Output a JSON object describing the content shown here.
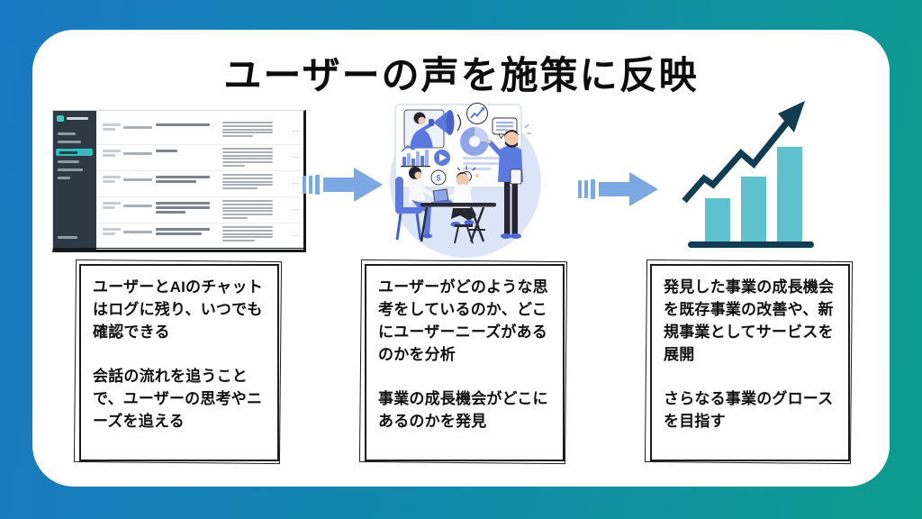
{
  "slide": {
    "title": "ユーザーの声を施策に反映"
  },
  "steps": [
    {
      "id": "chat-log",
      "visual_icon": "chat-log-screenshot",
      "para1": "ユーザーとAIのチャットはログに残り、いつでも確認できる",
      "para2": "会話の流れを追うことで、ユーザーの思考やニーズを追える"
    },
    {
      "id": "analysis",
      "visual_icon": "data-analysis-illustration",
      "para1": "ユーザーがどのような思考をしているのか、どこにユーザーニーズがあるのかを分析",
      "para2": "事業の成長機会がどこにあるのかを発見"
    },
    {
      "id": "growth",
      "visual_icon": "growth-bar-chart-icon",
      "para1": "発見した事業の成長機会を既存事業の改善や、新規事業としてサービスを展開",
      "para2": "さらなる事業のグロースを目指す"
    }
  ],
  "screenshot": {
    "table_rows": 5,
    "sidebar_items": 6,
    "row_menu_glyph": "…"
  },
  "colors": {
    "bg_gradient_start": "#1a78c2",
    "bg_gradient_end": "#0d9c8e",
    "arrow_blue": "#7ba7e3",
    "growth_bar_teal": "#5ec1cd",
    "growth_navy": "#103c54",
    "illustration_blue": "#5b7ae0",
    "illustration_light": "#dce5f8",
    "sidebar_dark": "#2d3944",
    "sidebar_accent": "#37b9bd"
  }
}
